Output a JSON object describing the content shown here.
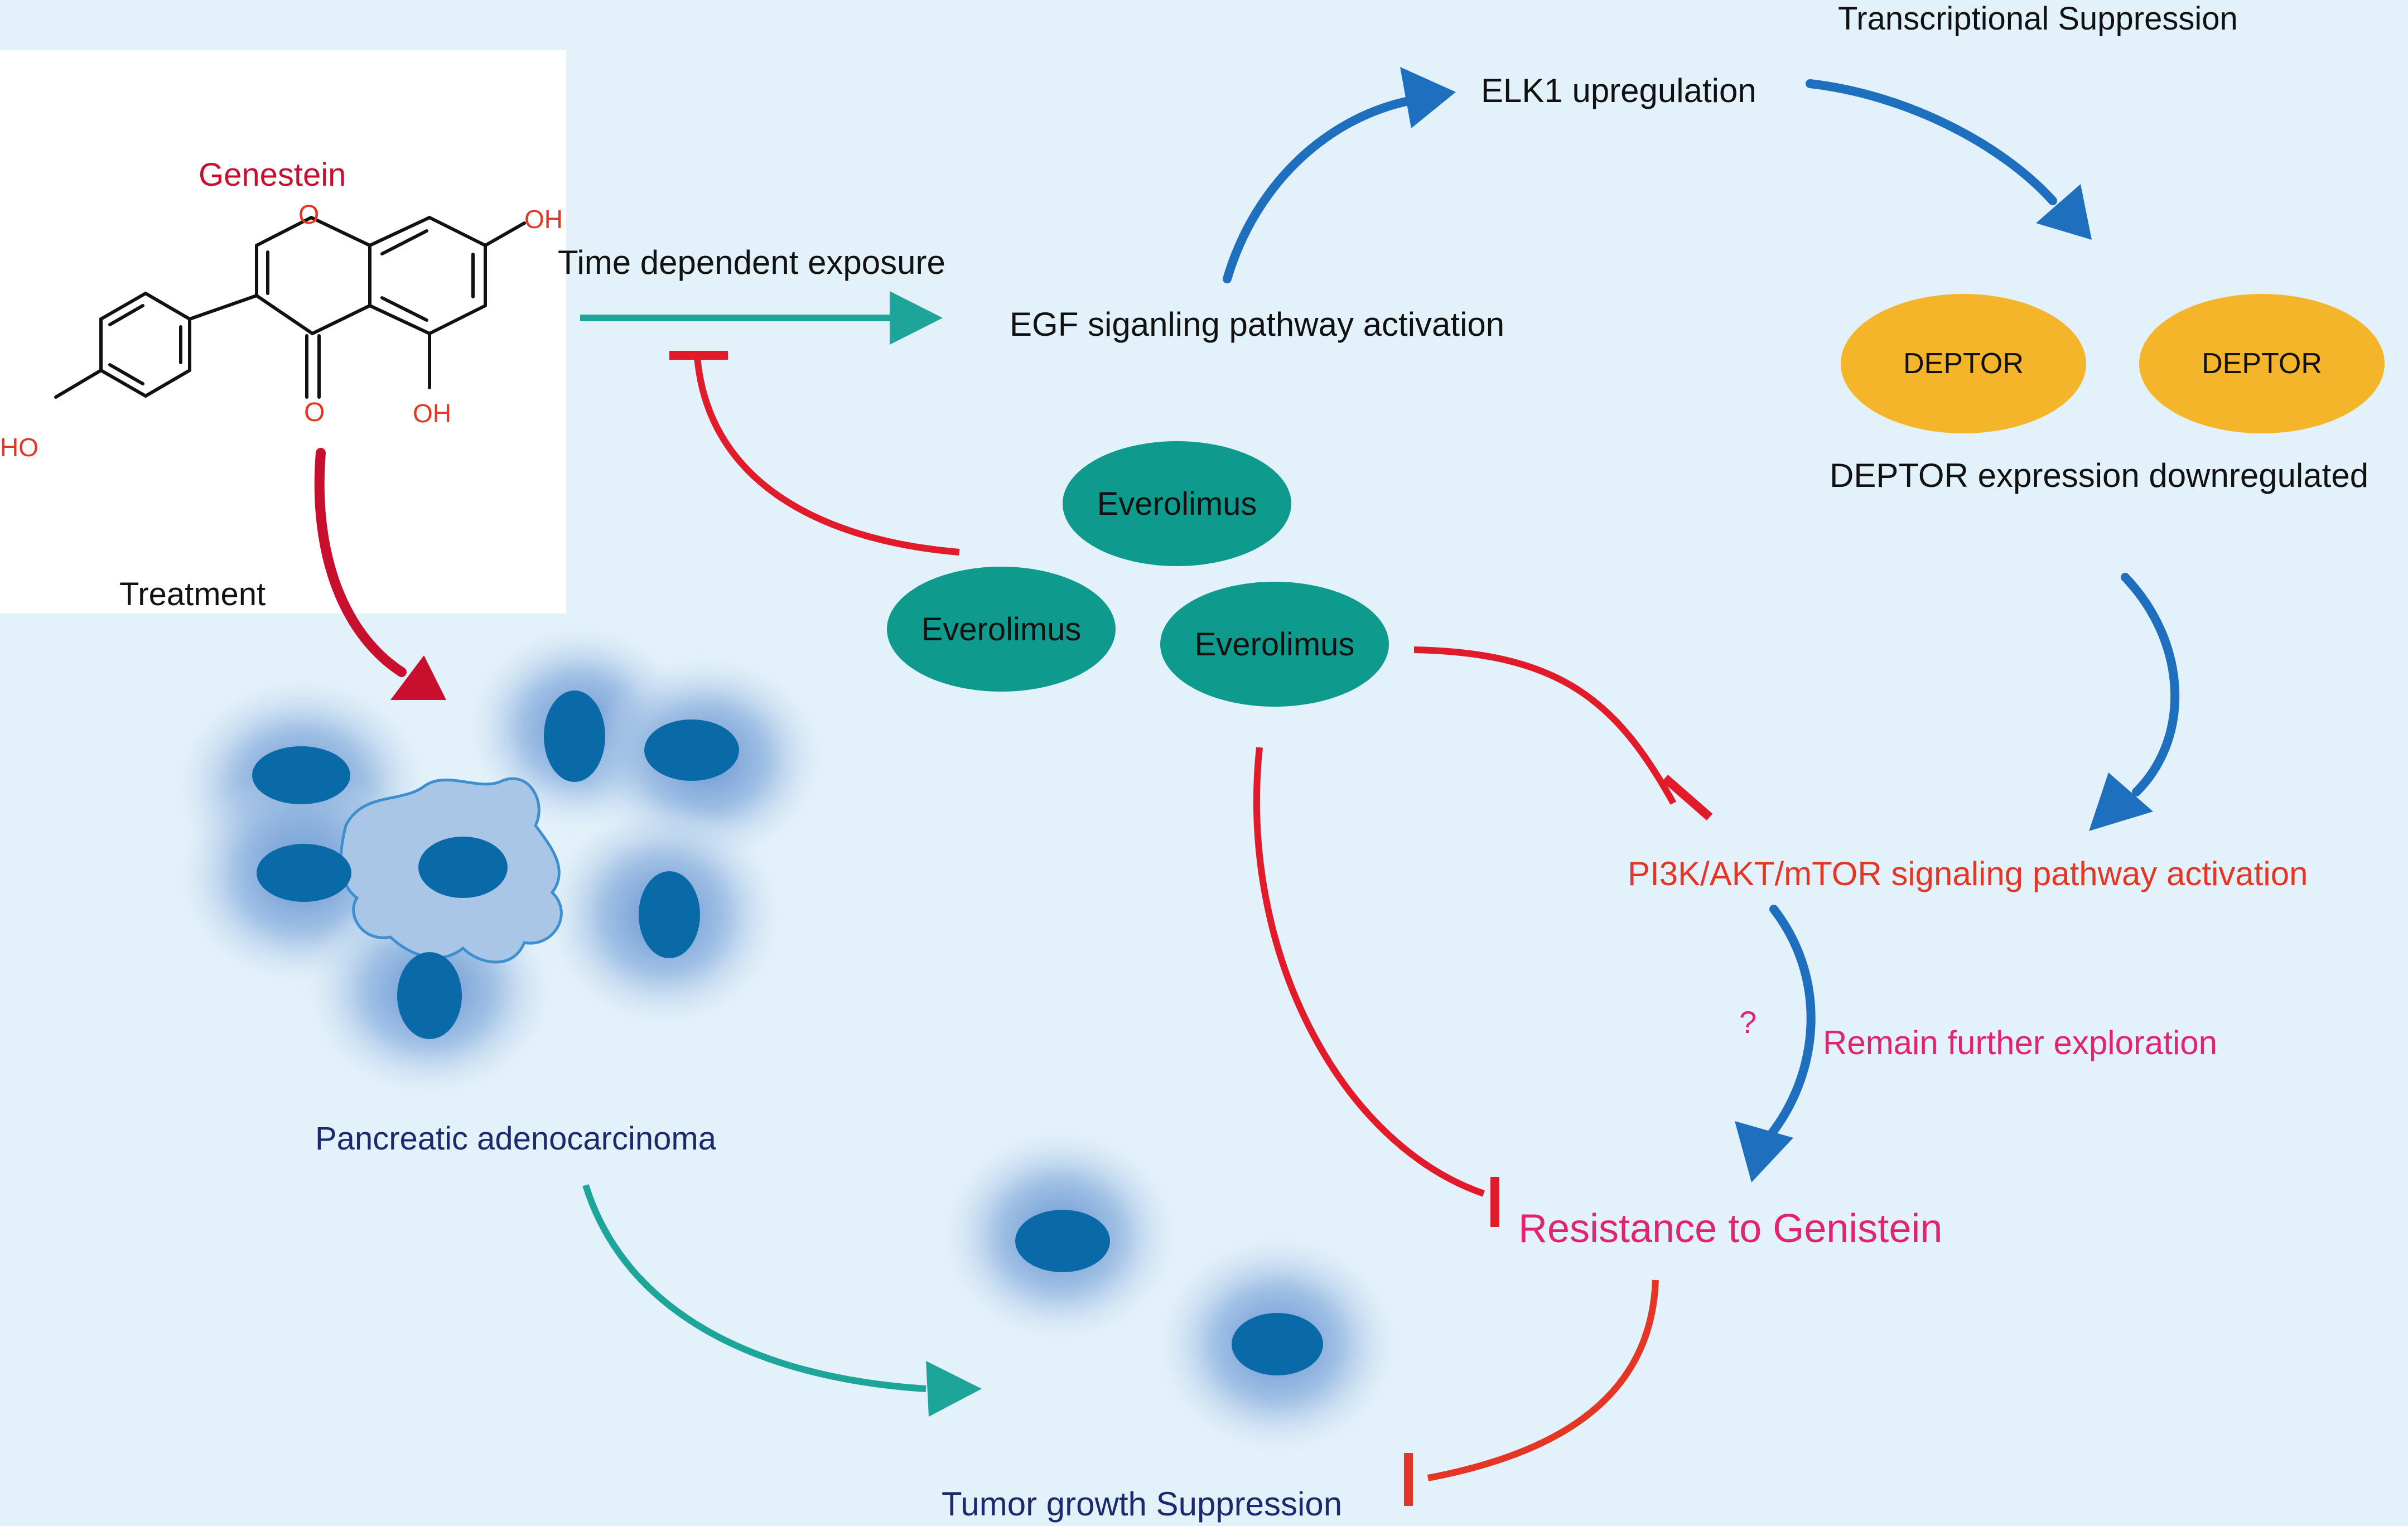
{
  "molecule": {
    "name": "Genestein",
    "atoms": {
      "ring_oxygen": "O",
      "oh_top": "OH",
      "oh_bottom": "OH",
      "carbonyl_oxygen": "O",
      "ho_left": "HO"
    }
  },
  "labels": {
    "treatment": "Treatment",
    "time_exposure": "Time dependent exposure",
    "egf": "EGF siganling pathway activation",
    "elk1": "ELK1 upregulation",
    "transcriptional": "Transcriptional Suppression",
    "deptor_downregulated": "DEPTOR expression downregulated",
    "pi3k": "PI3K/AKT/mTOR signaling pathway activation",
    "question": "?",
    "remain": "Remain further exploration",
    "resistance": "Resistance to Genistein",
    "pancreatic": "Pancreatic adenocarcinoma",
    "tumor": "Tumor growth Suppression"
  },
  "nodes": {
    "deptor_1": "DEPTOR",
    "deptor_2": "DEPTOR",
    "everolimus_top": "Everolimus",
    "everolimus_left": "Everolimus",
    "everolimus_right": "Everolimus"
  },
  "colors": {
    "background": "#e3f1fa",
    "teal": "#1ea59a",
    "everolimus_fill": "#0f9a8e",
    "deptor_fill": "#f5b52a",
    "blue_arrow": "#1f6fbf",
    "red_inhibit": "#e21b2b",
    "dark_red_arrow": "#c8102e",
    "cell_nucleus": "#0a6aa8",
    "cell_body": "#8fb3df"
  }
}
